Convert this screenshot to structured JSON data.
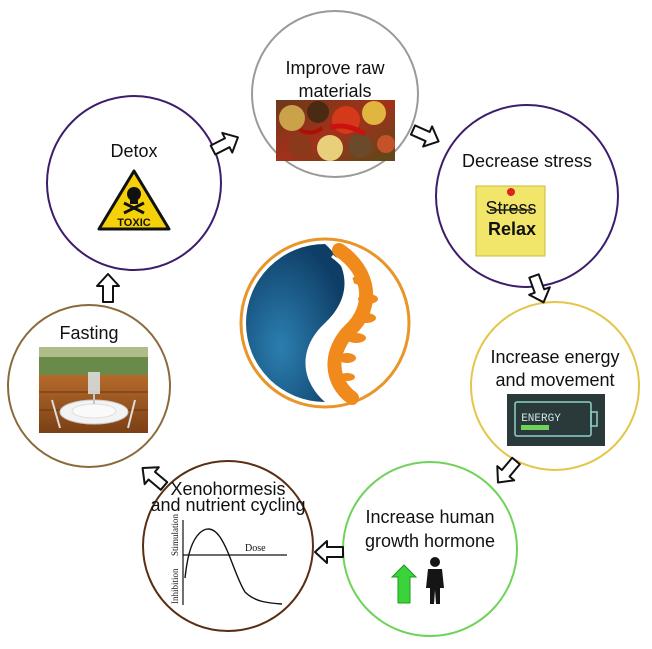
{
  "nodes": [
    {
      "id": "improve",
      "lines": [
        "Improve raw",
        "materials"
      ],
      "image": "spices-photo",
      "border": "#9a9a9a"
    },
    {
      "id": "stress",
      "lines": [
        "Decrease stress"
      ],
      "image": "sticky-note-stress-relax",
      "border": "#3d1c6b"
    },
    {
      "id": "energy",
      "lines": [
        "Increase energy",
        "and movement"
      ],
      "image": "energy-battery-chalk",
      "border": "#e3c64a"
    },
    {
      "id": "hgh",
      "lines": [
        "Increase human",
        "growth hormone"
      ],
      "image": "green-arrow-person",
      "border": "#6fd35a"
    },
    {
      "id": "xeno",
      "lines": [
        "Xenohormesis",
        "and nutrient cycling"
      ],
      "image": "hormesis-graph",
      "border": "#5a2e12"
    },
    {
      "id": "fasting",
      "lines": [
        "Fasting"
      ],
      "image": "empty-plate-table",
      "border": "#8a6a3a"
    },
    {
      "id": "detox",
      "lines": [
        "Detox"
      ],
      "image": "toxic-sign",
      "border": "#3d1c6b"
    }
  ],
  "note": {
    "strike": "Stress",
    "text": "Relax"
  },
  "toxic_sign": {
    "text": "TOXIC"
  },
  "energy_sign": {
    "text": "ENERGY"
  },
  "graph": {
    "y_top": "Stimulation",
    "y_bottom": "Inhibition",
    "x": "Dose"
  },
  "center_logo": {
    "name": "yin-yang-spine-logo",
    "colors": {
      "ring": "#e8962a",
      "blue": "#1d5f8c",
      "orange": "#f08a1c"
    }
  },
  "arrow_color": "#111111"
}
